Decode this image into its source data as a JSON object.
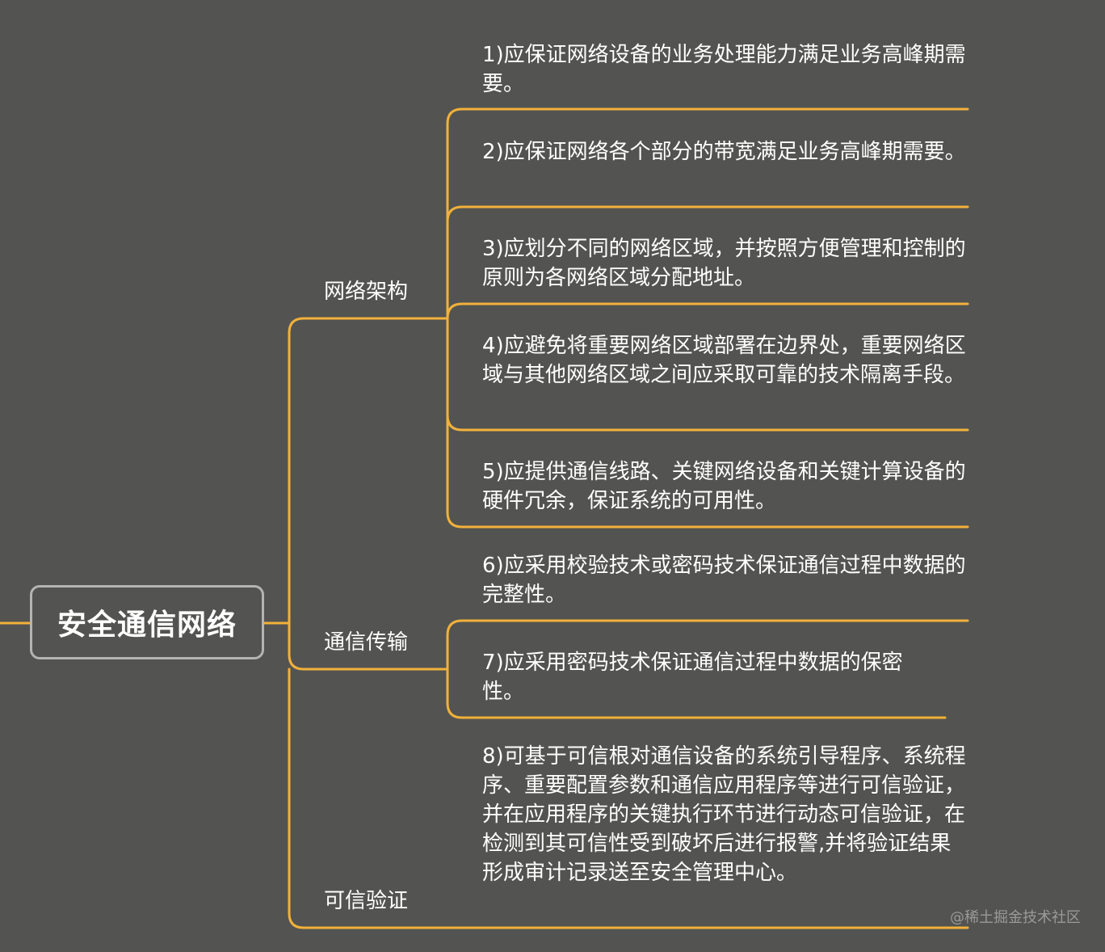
{
  "root": {
    "label": "安全通信网络"
  },
  "branches": [
    {
      "label": "网络架构",
      "items": [
        "1)应保证网络设备的业务处理能力满足业务高峰期需要。",
        "2)应保证网络各个部分的带宽满足业务高峰期需要。",
        "3)应划分不同的网络区域，并按照方便管理和控制的原则为各网络区域分配地址。",
        "4)应避免将重要网络区域部署在边界处，重要网络区域与其他网络区域之间应采取可靠的技术隔离手段。",
        "5)应提供通信线路、关键网络设备和关键计算设备的硬件冗余，保证系统的可用性。"
      ]
    },
    {
      "label": "通信传输",
      "items": [
        "6)应采用校验技术或密码技术保证通信过程中数据的完整性。",
        "7)应采用密码技术保证通信过程中数据的保密性。"
      ]
    },
    {
      "label": "可信验证",
      "items": [
        "8)可基于可信根对通信设备的系统引导程序、系统程序、重要配置参数和通信应用程序等进行可信验证，并在应用程序的关键执行环节进行动态可信验证，在检测到其可信性受到破坏后进行报警,并将验证结果形成审计记录送至安全管理中心。"
      ]
    }
  ],
  "watermark": "@稀土掘金技术社区",
  "colors": {
    "background": "#535451",
    "connector": "#f2b13a",
    "root_border": "#b4b4b2",
    "text": "#ffffff"
  }
}
